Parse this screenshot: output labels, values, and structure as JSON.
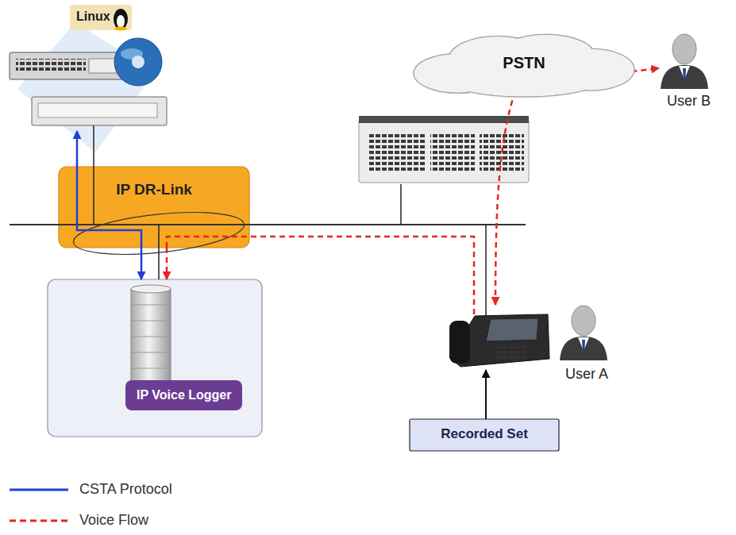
{
  "diagram": {
    "nodes": [
      {
        "text": [
          "PSTN"
        ]
      },
      {
        "text": [
          "IP DR-Link"
        ]
      },
      {
        "text": [
          "IP Voice Logger"
        ]
      },
      {
        "text": [
          "Recorded Set"
        ]
      }
    ],
    "edges": [
      {
        "from": 1,
        "to": 2,
        "arrow": "to"
      },
      {
        "from": 1,
        "to": 2,
        "arrow": "to"
      }
    ],
    "labels": [
      "Linux",
      "User B",
      "User A"
    ],
    "legend": [
      {
        "text": "CSTA Protocol"
      },
      {
        "text": "Voice Flow"
      }
    ]
  }
}
